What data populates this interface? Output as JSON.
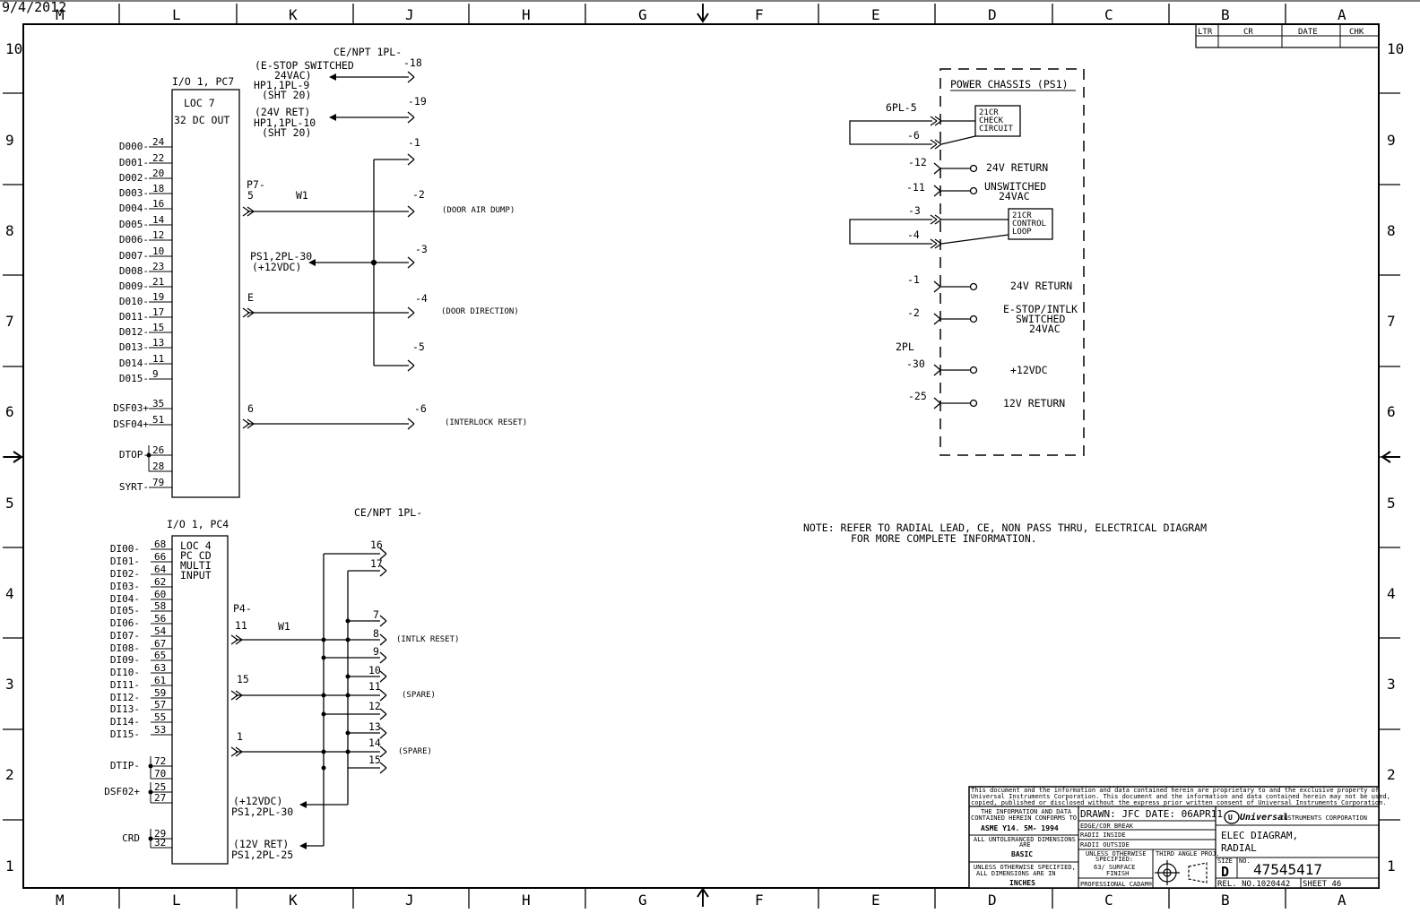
{
  "print_date": "9/4/2012",
  "zones": {
    "columns": [
      "M",
      "L",
      "K",
      "J",
      "H",
      "G",
      "F",
      "E",
      "D",
      "C",
      "B",
      "A"
    ],
    "rows": [
      "10",
      "9",
      "8",
      "7",
      "6",
      "5",
      "4",
      "3",
      "2",
      "1"
    ]
  },
  "revision_block": {
    "headers": [
      "LTR",
      "CR",
      "DATE",
      "CHK"
    ]
  },
  "top_module": {
    "header": "I/O 1, PC7",
    "box_lines": [
      "LOC 7",
      "32 DC OUT"
    ],
    "signals": [
      {
        "name": "D000-",
        "pin": "24"
      },
      {
        "name": "D001-",
        "pin": "22"
      },
      {
        "name": "D002-",
        "pin": "20"
      },
      {
        "name": "D003-",
        "pin": "18"
      },
      {
        "name": "D004-",
        "pin": "16"
      },
      {
        "name": "D005-",
        "pin": "14"
      },
      {
        "name": "D006-",
        "pin": "12"
      },
      {
        "name": "D007-",
        "pin": "10"
      },
      {
        "name": "D008-",
        "pin": "23"
      },
      {
        "name": "D009-",
        "pin": "21"
      },
      {
        "name": "D010-",
        "pin": "19"
      },
      {
        "name": "D011-",
        "pin": "17"
      },
      {
        "name": "D012-",
        "pin": "15"
      },
      {
        "name": "D013-",
        "pin": "13"
      },
      {
        "name": "D014-",
        "pin": "11"
      },
      {
        "name": "D015-",
        "pin": "9"
      },
      {
        "name": "DSF03+",
        "pin": "35"
      },
      {
        "name": "DSF04+",
        "pin": "51"
      },
      {
        "name": "DTOP-",
        "pin": "26"
      },
      {
        "name": "",
        "pin": "28"
      },
      {
        "name": "SYRT-",
        "pin": "79"
      }
    ],
    "connector": {
      "name": "P7-",
      "pins": [
        "5",
        "E",
        "6"
      ],
      "wire": "W1"
    },
    "ps_ref": [
      "PS1,2PL-30",
      "(+12VDC)"
    ]
  },
  "top_connector": {
    "header": "CE/NPT 1PL-",
    "pins": [
      "-18",
      "-19",
      "-1",
      "-2",
      "-3",
      "-4",
      "-5",
      "-6"
    ],
    "notes": {
      "estop": [
        "(E-STOP SWITCHED",
        "24VAC)",
        "HP1,1PL-9",
        "(SHT 20)"
      ],
      "ret": [
        "(24V RET)",
        "HP1,1PL-10",
        "(SHT 20)"
      ],
      "door_air": "(DOOR AIR DUMP)",
      "door_dir": "(DOOR DIRECTION)",
      "interlock": "(INTERLOCK RESET)"
    }
  },
  "bottom_module": {
    "header": "I/O 1, PC4",
    "box_lines": [
      "LOC 4",
      "PC CD",
      "MULTI",
      "INPUT"
    ],
    "signals": [
      {
        "name": "DI00-",
        "pin": "68"
      },
      {
        "name": "DI01-",
        "pin": "66"
      },
      {
        "name": "DI02-",
        "pin": "64"
      },
      {
        "name": "DI03-",
        "pin": "62"
      },
      {
        "name": "DI04-",
        "pin": "60"
      },
      {
        "name": "DI05-",
        "pin": "58"
      },
      {
        "name": "DI06-",
        "pin": "56"
      },
      {
        "name": "DI07-",
        "pin": "54"
      },
      {
        "name": "DI08-",
        "pin": "67"
      },
      {
        "name": "DI09-",
        "pin": "65"
      },
      {
        "name": "DI10-",
        "pin": "63"
      },
      {
        "name": "DI11-",
        "pin": "61"
      },
      {
        "name": "DI12-",
        "pin": "59"
      },
      {
        "name": "DI13-",
        "pin": "57"
      },
      {
        "name": "DI14-",
        "pin": "55"
      },
      {
        "name": "DI15-",
        "pin": "53"
      },
      {
        "name": "DTIP-",
        "pin": "72"
      },
      {
        "name": "",
        "pin": "70"
      },
      {
        "name": "DSF02+",
        "pin": "25"
      },
      {
        "name": "",
        "pin": "27"
      },
      {
        "name": "CRD",
        "pin": "29"
      },
      {
        "name": "",
        "pin": "32"
      }
    ],
    "connector": {
      "name": "P4-",
      "pins": [
        "11",
        "15",
        "1"
      ],
      "wire": "W1"
    },
    "ps_refs": [
      [
        "(+12VDC)",
        "PS1,2PL-30"
      ],
      [
        "(12V RET)",
        "PS1,2PL-25"
      ]
    ]
  },
  "bottom_connector": {
    "header": "CE/NPT 1PL-",
    "pins": [
      "16",
      "17",
      "7",
      "8",
      "9",
      "10",
      "11",
      "12",
      "13",
      "14",
      "15"
    ],
    "notes": {
      "intlk": "(INTLK RESET)",
      "spare1": "(SPARE)",
      "spare2": "(SPARE)"
    }
  },
  "power_chassis": {
    "title": "POWER CHASSIS (PS1)",
    "pl6_header": "6PL-5",
    "pl6_pins": [
      "-6",
      "-12",
      "-11",
      "-3",
      "-4",
      "-1",
      "-2"
    ],
    "check_circuit": [
      "21CR",
      "CHECK",
      "CIRCUIT"
    ],
    "control_loop": [
      "21CR",
      "CONTROL",
      "LOOP"
    ],
    "labels": {
      "ret12": "24V RETURN",
      "unsw": [
        "UNSWITCHED",
        "24VAC"
      ],
      "ret1": "24V RETURN",
      "estop": [
        "E-STOP/INTLK",
        "SWITCHED",
        "24VAC"
      ],
      "v12": "+12VDC",
      "ret25": "12V RETURN"
    },
    "pl2_header": "2PL",
    "pl2_pins": [
      "-30",
      "-25"
    ]
  },
  "note": [
    "NOTE:  REFER TO RADIAL LEAD, CE, NON PASS THRU, ELECTRICAL DIAGRAM",
    "FOR MORE COMPLETE INFORMATION."
  ],
  "title_block": {
    "proprietary": [
      "This document and the information and data contained herein are proprietary to and the exclusive property of",
      "Universal Instruments Corporation.  This document and the information and data contained herein may not be used,",
      "copied, published or disclosed without the express prior written consent of Universal Instruments Corporation."
    ],
    "conform": [
      "THE INFORMATION AND DATA",
      "CONTAINED HEREIN CONFORMS TO"
    ],
    "asme": "ASME  Y14. 5M- 1994",
    "untol": [
      "ALL UNTOLERANCED DIMENSIONS",
      "ARE"
    ],
    "basic": "BASIC",
    "unless": [
      "UNLESS OTHERWISE SPECIFIED,",
      "ALL DIMENSIONS ARE IN"
    ],
    "inches": "INCHES",
    "drawn": "DRAWN:  JFC  DATE:  06APR11",
    "edge": "EDGE/COR BREAK",
    "radii_in": "RADII INSIDE",
    "radii_out": "RADII OUTSIDE",
    "unless2": [
      "UNLESS OTHERWISE",
      "SPECIFIED:"
    ],
    "surface": [
      "63/ SURFACE",
      "FINISH"
    ],
    "third_angle": "THIRD ANGLE PROJ.",
    "cadam": "PROFESSIONAL CADAM®",
    "company": "Universal",
    "company_rest": "INSTRUMENTS CORPORATION",
    "title_lines": [
      "ELEC DIAGRAM,",
      "RADIAL"
    ],
    "size_label": "SIZE",
    "size": "D",
    "no_label": "NO.",
    "number": "47545417",
    "rel": "REL. NO.1020442",
    "sheet": "SHEET 46"
  }
}
